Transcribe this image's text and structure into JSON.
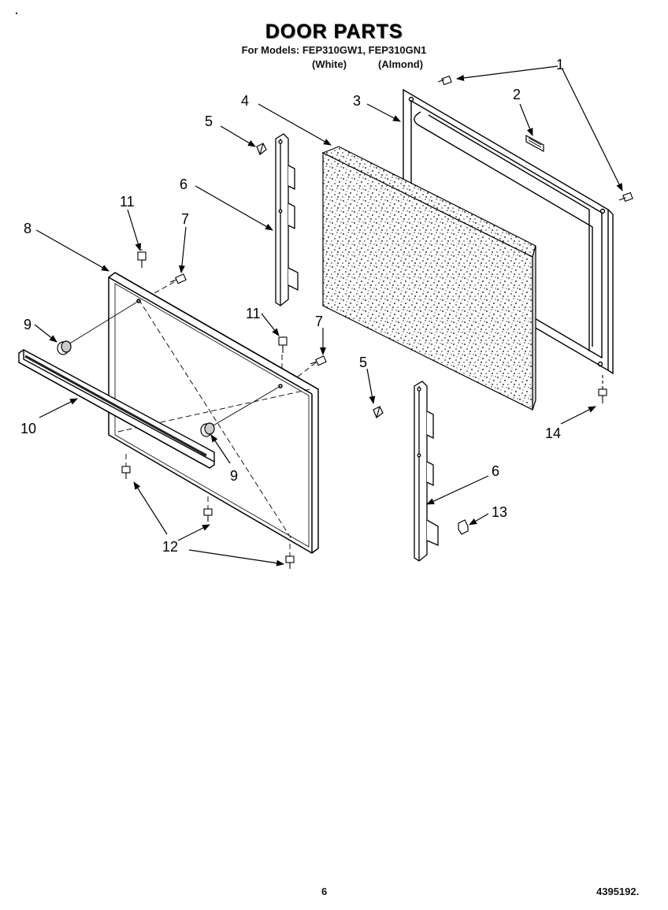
{
  "header": {
    "title": "DOOR PARTS",
    "models_line": "For Models: FEP310GW1, FEP310GN1",
    "color_white": "(White)",
    "color_almond": "(Almond)"
  },
  "callouts": {
    "c1": "1",
    "c2": "2",
    "c3": "3",
    "c4": "4",
    "c5a": "5",
    "c5b": "5",
    "c6a": "6",
    "c6b": "6",
    "c7a": "7",
    "c7b": "7",
    "c8": "8",
    "c9a": "9",
    "c9b": "9",
    "c10": "10",
    "c11a": "11",
    "c11b": "11",
    "c12": "12",
    "c13": "13",
    "c14": "14"
  },
  "footer": {
    "page_number": "6",
    "document_number": "4395192."
  }
}
